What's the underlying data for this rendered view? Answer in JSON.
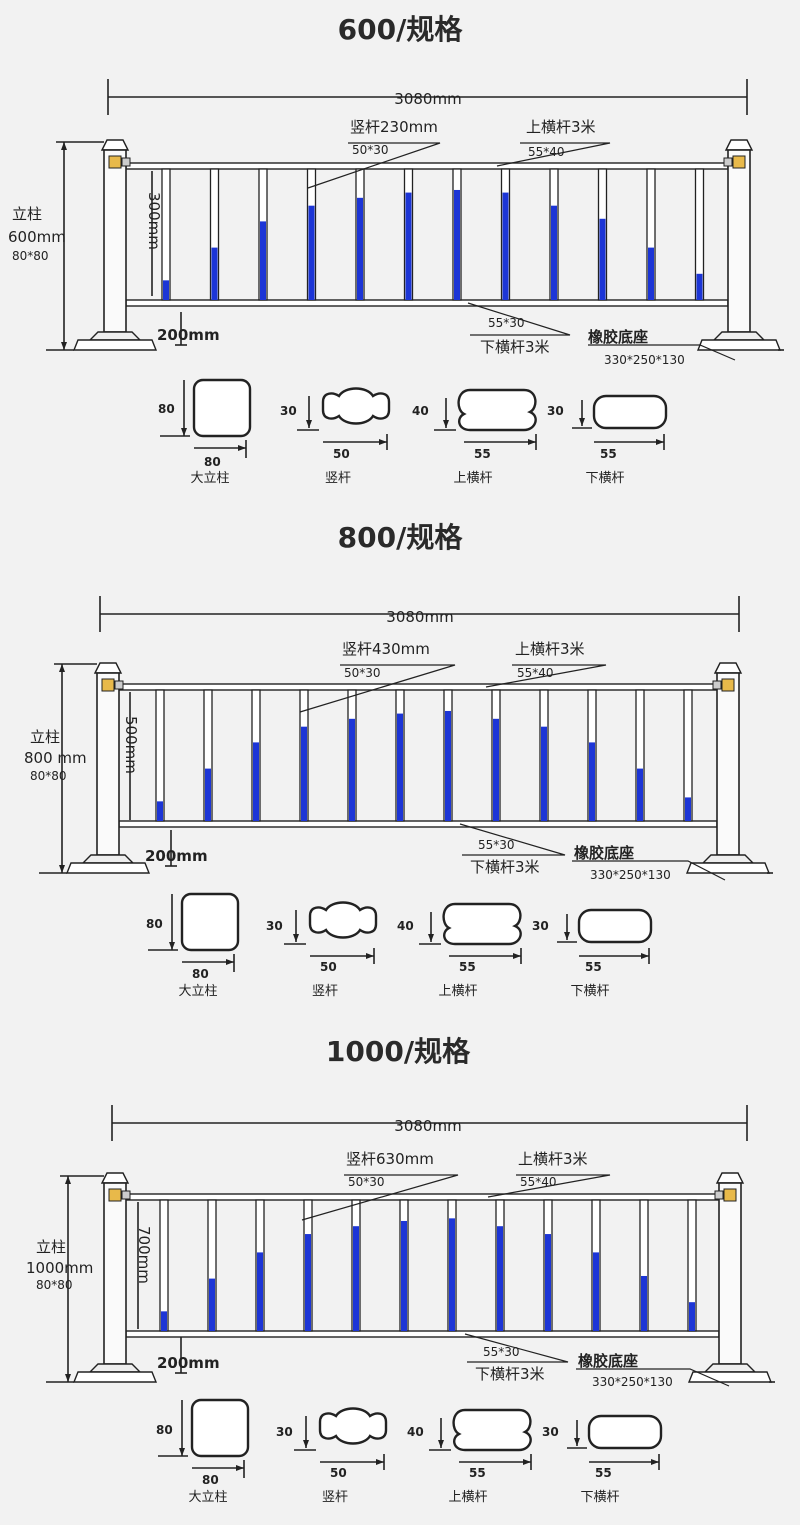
{
  "sections": [
    {
      "title": "600/规格",
      "total_length": "3080mm",
      "vertical_bar": {
        "label": "竖杆230mm",
        "size": "50*30"
      },
      "top_rail": {
        "label": "上横杆3米",
        "size": "55*40"
      },
      "post": {
        "label": "立柱",
        "height": "600mm",
        "size": "80*80"
      },
      "rail_spacing": "300mm",
      "ground_gap": "200mm",
      "bottom_rail": {
        "label": "下横杆3米",
        "size": "55*30"
      },
      "base": {
        "label": "橡胶底座",
        "size": "330*250*130"
      },
      "profiles": [
        {
          "name": "大立柱",
          "w": "80",
          "h": "80"
        },
        {
          "name": "竖杆",
          "w": "50",
          "h": "30"
        },
        {
          "name": "上横杆",
          "w": "55",
          "h": "40"
        },
        {
          "name": "下横杆",
          "w": "55",
          "h": "30"
        }
      ],
      "bar_blue_levels": [
        0.15,
        0.4,
        0.6,
        0.72,
        0.78,
        0.82,
        0.84,
        0.82,
        0.72,
        0.62,
        0.4,
        0.2
      ]
    },
    {
      "title": "800/规格",
      "total_length": "3080mm",
      "vertical_bar": {
        "label": "竖杆430mm",
        "size": "50*30"
      },
      "top_rail": {
        "label": "上横杆3米",
        "size": "55*40"
      },
      "post": {
        "label": "立柱",
        "height": "800 mm",
        "size": "80*80"
      },
      "rail_spacing": "500mm",
      "ground_gap": "200mm",
      "bottom_rail": {
        "label": "下横杆3米",
        "size": "55*30"
      },
      "base": {
        "label": "橡胶底座",
        "size": "330*250*130"
      },
      "profiles": [
        {
          "name": "大立柱",
          "w": "80",
          "h": "80"
        },
        {
          "name": "竖杆",
          "w": "50",
          "h": "30"
        },
        {
          "name": "上横杆",
          "w": "55",
          "h": "40"
        },
        {
          "name": "下横杆",
          "w": "55",
          "h": "30"
        }
      ],
      "bar_blue_levels": [
        0.15,
        0.4,
        0.6,
        0.72,
        0.78,
        0.82,
        0.84,
        0.78,
        0.72,
        0.6,
        0.4,
        0.18
      ]
    },
    {
      "title": "1000/规格",
      "total_length": "3080mm",
      "vertical_bar": {
        "label": "竖杆630mm",
        "size": "50*30"
      },
      "top_rail": {
        "label": "上横杆3米",
        "size": "55*40"
      },
      "post": {
        "label": "立柱",
        "height": "1000mm",
        "size": "80*80"
      },
      "rail_spacing": "700mm",
      "ground_gap": "200mm",
      "bottom_rail": {
        "label": "下横杆3米",
        "size": "55*30"
      },
      "base": {
        "label": "橡胶底座",
        "size": "330*250*130"
      },
      "profiles": [
        {
          "name": "大立柱",
          "w": "80",
          "h": "80"
        },
        {
          "name": "竖杆",
          "w": "50",
          "h": "30"
        },
        {
          "name": "上横杆",
          "w": "55",
          "h": "40"
        },
        {
          "name": "下横杆",
          "w": "55",
          "h": "30"
        }
      ],
      "bar_blue_levels": [
        0.15,
        0.4,
        0.6,
        0.74,
        0.8,
        0.84,
        0.86,
        0.8,
        0.74,
        0.6,
        0.42,
        0.22
      ]
    }
  ],
  "colors": {
    "blue": "#1c35d6",
    "line": "#222222",
    "post_light": "#e8b94a"
  }
}
